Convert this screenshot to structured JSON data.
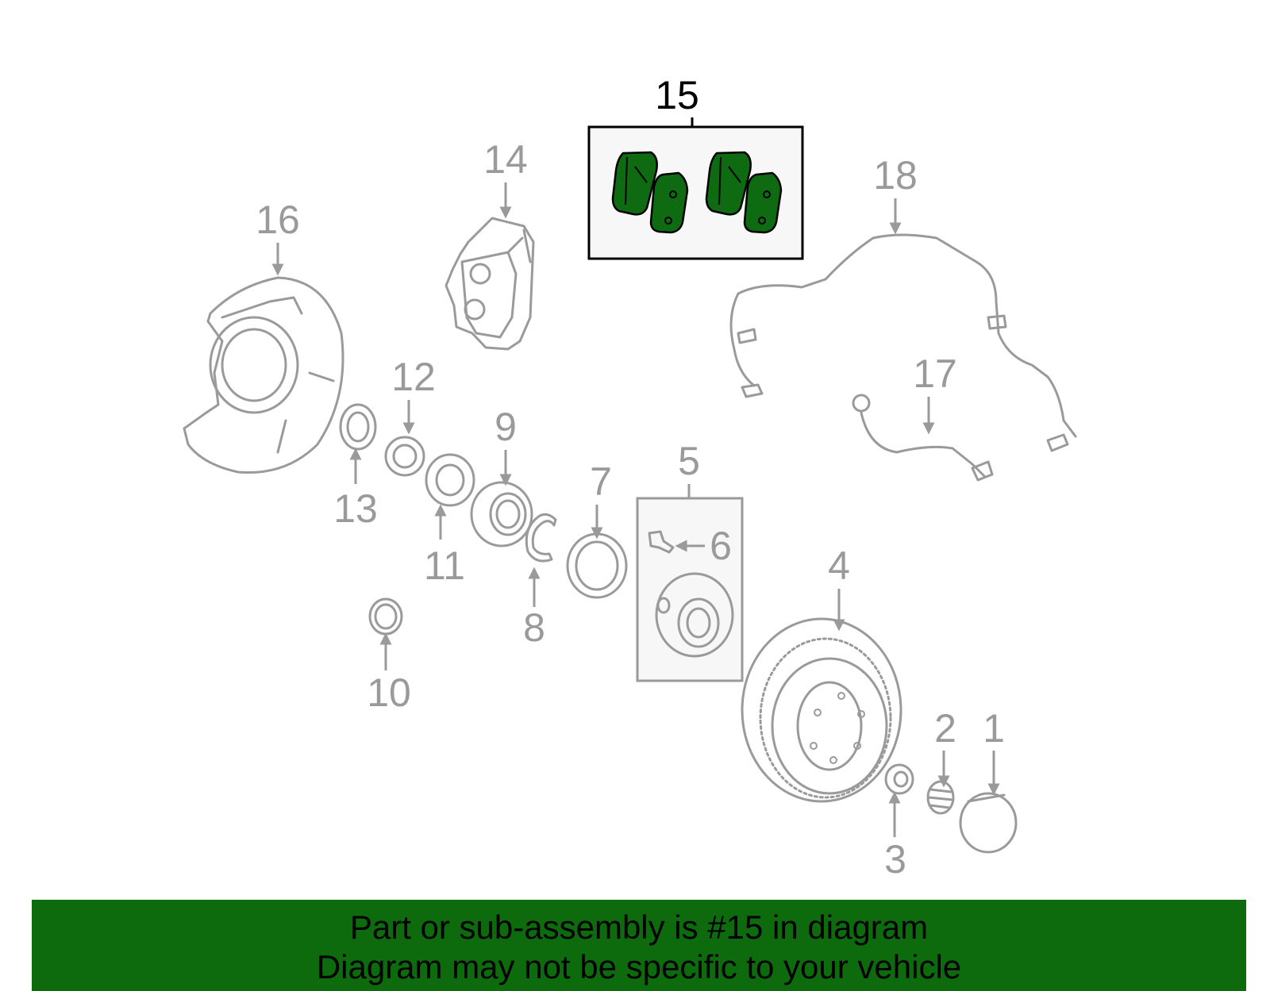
{
  "callouts": [
    "1",
    "2",
    "3",
    "4",
    "5",
    "6",
    "7",
    "8",
    "9",
    "10",
    "11",
    "12",
    "13",
    "14",
    "15",
    "16",
    "17",
    "18"
  ],
  "highlight": {
    "callout": "15",
    "color": "#0f6b12"
  },
  "banner": {
    "line1": "Part or sub-assembly is #15 in diagram",
    "line2": "Diagram may not be specific to your vehicle",
    "color": "#0d6b0d"
  }
}
